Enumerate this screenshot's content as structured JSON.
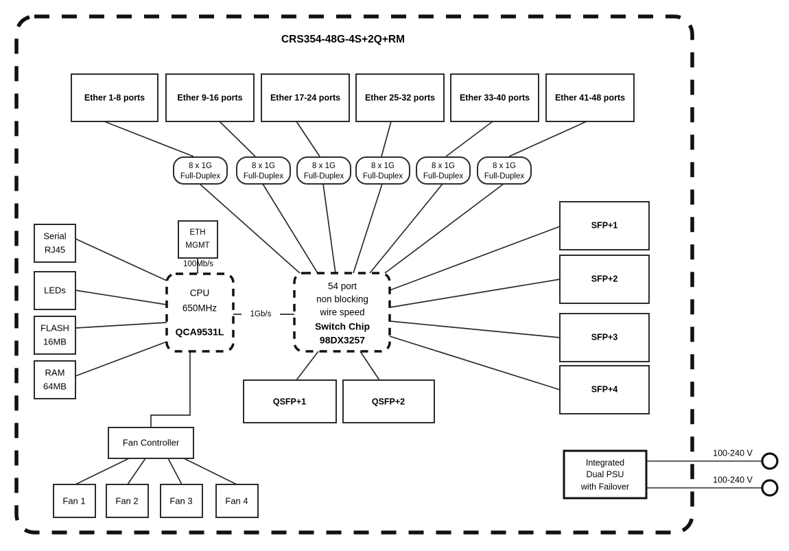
{
  "diagram": {
    "title": "CRS354-48G-4S+2Q+RM",
    "ether_groups": [
      {
        "label": "Ether 1-8 ports"
      },
      {
        "label": "Ether 9-16 ports"
      },
      {
        "label": "Ether 17-24 ports"
      },
      {
        "label": "Ether 25-32 ports"
      },
      {
        "label": "Ether 33-40 ports"
      },
      {
        "label": "Ether 41-48 ports"
      }
    ],
    "speed_pills": [
      {
        "line1": "8 x 1G",
        "line2": "Full-Duplex"
      },
      {
        "line1": "8 x 1G",
        "line2": "Full-Duplex"
      },
      {
        "line1": "8 x 1G",
        "line2": "Full-Duplex"
      },
      {
        "line1": "8 x 1G",
        "line2": "Full-Duplex"
      },
      {
        "line1": "8 x 1G",
        "line2": "Full-Duplex"
      },
      {
        "line1": "8 x 1G",
        "line2": "Full-Duplex"
      }
    ],
    "peripherals": [
      {
        "line1": "Serial",
        "line2": "RJ45"
      },
      {
        "line1": "LEDs",
        "line2": ""
      },
      {
        "line1": "FLASH",
        "line2": "16MB"
      },
      {
        "line1": "RAM",
        "line2": "64MB"
      }
    ],
    "eth_mgmt": {
      "line1": "ETH",
      "line2": "MGMT",
      "link_speed": "100Mb/s"
    },
    "cpu": {
      "line1": "CPU",
      "line2": "650MHz",
      "line3": "QCA9531L"
    },
    "cpu_switch_link": "1Gb/s",
    "switch_chip": {
      "line1": "54 port",
      "line2": "non blocking",
      "line3": "wire speed",
      "line4": "Switch Chip",
      "line5": "98DX3257"
    },
    "sfp_ports": [
      {
        "label": "SFP+1"
      },
      {
        "label": "SFP+2"
      },
      {
        "label": "SFP+3"
      },
      {
        "label": "SFP+4"
      }
    ],
    "qsfp_ports": [
      {
        "label": "QSFP+1"
      },
      {
        "label": "QSFP+2"
      }
    ],
    "fan_controller": {
      "label": "Fan Controller"
    },
    "fans": [
      {
        "label": "Fan 1"
      },
      {
        "label": "Fan 2"
      },
      {
        "label": "Fan 3"
      },
      {
        "label": "Fan 4"
      }
    ],
    "psu": {
      "line1": "Integrated",
      "line2": "Dual PSU",
      "line3": "with Failover",
      "inputs": [
        {
          "label": "100-240 V"
        },
        {
          "label": "100-240 V"
        }
      ]
    },
    "colors": {
      "line": "#2b2b2b",
      "dark": "#111111",
      "background": "#ffffff"
    }
  }
}
